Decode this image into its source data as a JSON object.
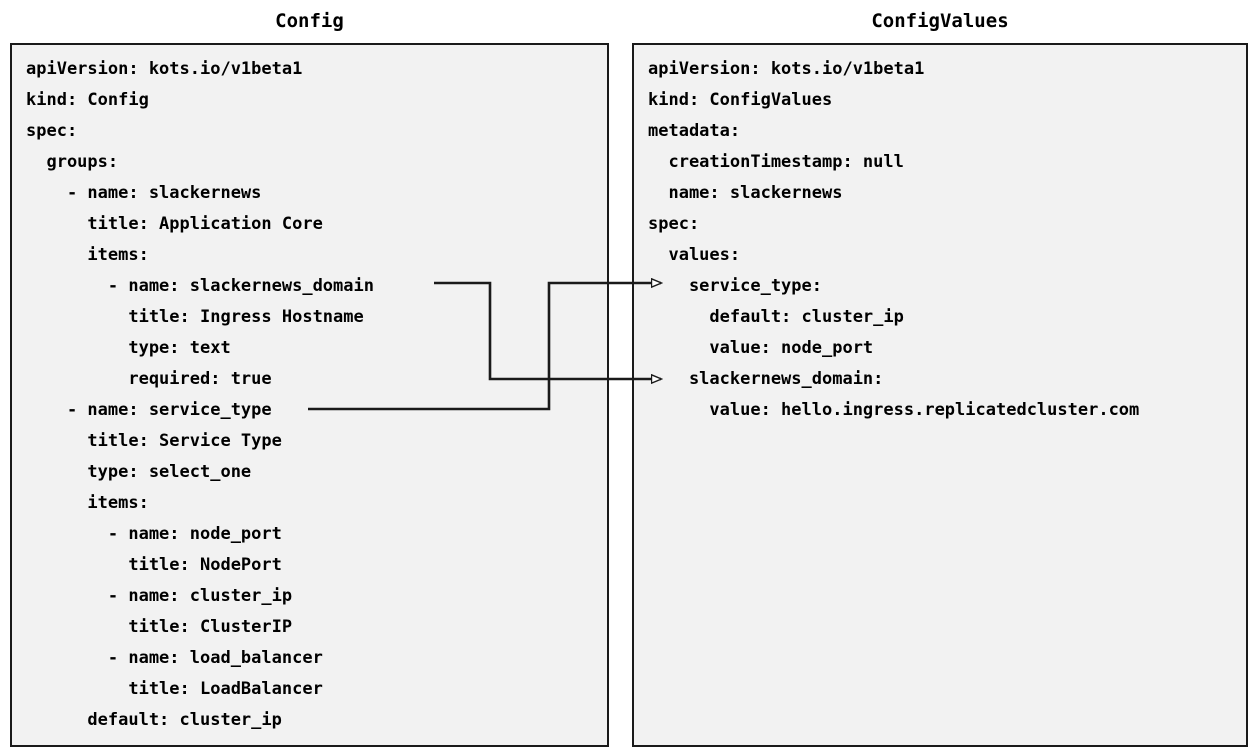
{
  "diagram": {
    "title_left": "Config",
    "title_right": "ConfigValues",
    "background": "#ffffff",
    "panel_background": "#f2f2f2",
    "panel_border_color": "#1a1a1a",
    "text_color": "#000000",
    "connector_color": "#1a1a1a"
  },
  "config_panel": {
    "title": "Config",
    "lines": [
      "apiVersion: kots.io/v1beta1",
      "kind: Config",
      "spec:",
      "  groups:",
      "    - name: slackernews",
      "      title: Application Core",
      "      items:",
      "        - name: slackernews_domain",
      "          title: Ingress Hostname",
      "          type: text",
      "          required: true",
      "    - name: service_type",
      "      title: Service Type",
      "      type: select_one",
      "      items:",
      "        - name: node_port",
      "          title: NodePort",
      "        - name: cluster_ip",
      "          title: ClusterIP",
      "        - name: load_balancer",
      "          title: LoadBalancer",
      "      default: cluster_ip"
    ]
  },
  "configvalues_panel": {
    "title": "ConfigValues",
    "lines": [
      "apiVersion: kots.io/v1beta1",
      "kind: ConfigValues",
      "metadata:",
      "  creationTimestamp: null",
      "  name: slackernews",
      "spec:",
      "  values:",
      "    service_type:",
      "      default: cluster_ip",
      "      value: node_port",
      "    slackernews_domain:",
      "      value: hello.ingress.replicatedcluster.com"
    ]
  },
  "connections": [
    {
      "id": "slackernews-domain-link",
      "from_label": "slackernews_domain",
      "to_label": "slackernews_domain:",
      "from_side": "config.items[0].name",
      "to_side": "configvalues.values.slackernews_domain",
      "arrowhead": "open-triangle"
    },
    {
      "id": "service-type-link",
      "from_label": "service_type",
      "to_label": "service_type:",
      "from_side": "config.groups[1].name",
      "to_side": "configvalues.values.service_type",
      "arrowhead": "open-triangle"
    }
  ]
}
